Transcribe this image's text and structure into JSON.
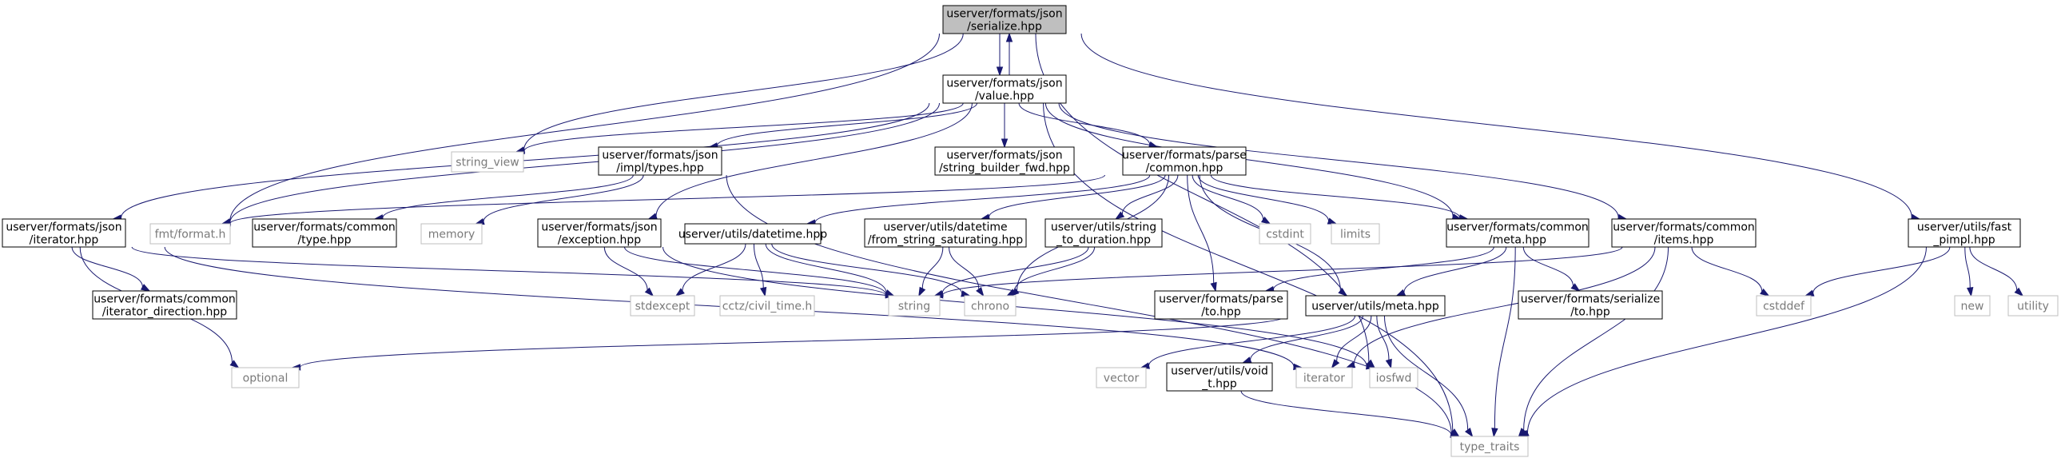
{
  "graph": {
    "nodes": [
      {
        "id": "serialize",
        "lines": [
          "userver/formats/json",
          "/serialize.hpp"
        ],
        "kind": "root"
      },
      {
        "id": "value",
        "lines": [
          "userver/formats/json",
          "/value.hpp"
        ],
        "kind": "project"
      },
      {
        "id": "string_view",
        "lines": [
          "string_view"
        ],
        "kind": "external"
      },
      {
        "id": "impl_types",
        "lines": [
          "userver/formats/json",
          "/impl/types.hpp"
        ],
        "kind": "project"
      },
      {
        "id": "sb_fwd",
        "lines": [
          "userver/formats/json",
          "/string_builder_fwd.hpp"
        ],
        "kind": "project"
      },
      {
        "id": "parse_common",
        "lines": [
          "userver/formats/parse",
          "/common.hpp"
        ],
        "kind": "project"
      },
      {
        "id": "iterator_hpp",
        "lines": [
          "userver/formats/json",
          "/iterator.hpp"
        ],
        "kind": "project"
      },
      {
        "id": "fmt",
        "lines": [
          "fmt/format.h"
        ],
        "kind": "external"
      },
      {
        "id": "common_type",
        "lines": [
          "userver/formats/common",
          "/type.hpp"
        ],
        "kind": "project"
      },
      {
        "id": "memory",
        "lines": [
          "memory"
        ],
        "kind": "external"
      },
      {
        "id": "exception",
        "lines": [
          "userver/formats/json",
          "/exception.hpp"
        ],
        "kind": "project"
      },
      {
        "id": "datetime",
        "lines": [
          "userver/utils/datetime.hpp"
        ],
        "kind": "project"
      },
      {
        "id": "dt_fss",
        "lines": [
          "userver/utils/datetime",
          "/from_string_saturating.hpp"
        ],
        "kind": "project"
      },
      {
        "id": "str_dur",
        "lines": [
          "userver/utils/string",
          "_to_duration.hpp"
        ],
        "kind": "project"
      },
      {
        "id": "cstdint",
        "lines": [
          "cstdint"
        ],
        "kind": "external"
      },
      {
        "id": "limits",
        "lines": [
          "limits"
        ],
        "kind": "external"
      },
      {
        "id": "common_meta",
        "lines": [
          "userver/formats/common",
          "/meta.hpp"
        ],
        "kind": "project"
      },
      {
        "id": "common_items",
        "lines": [
          "userver/formats/common",
          "/items.hpp"
        ],
        "kind": "project"
      },
      {
        "id": "fast_pimpl",
        "lines": [
          "userver/utils/fast",
          "_pimpl.hpp"
        ],
        "kind": "project"
      },
      {
        "id": "iter_dir",
        "lines": [
          "userver/formats/common",
          "/iterator_direction.hpp"
        ],
        "kind": "project"
      },
      {
        "id": "stdexcept",
        "lines": [
          "stdexcept"
        ],
        "kind": "external"
      },
      {
        "id": "cctz",
        "lines": [
          "cctz/civil_time.h"
        ],
        "kind": "external"
      },
      {
        "id": "string",
        "lines": [
          "string"
        ],
        "kind": "external"
      },
      {
        "id": "chrono",
        "lines": [
          "chrono"
        ],
        "kind": "external"
      },
      {
        "id": "parse_to",
        "lines": [
          "userver/formats/parse",
          "/to.hpp"
        ],
        "kind": "project"
      },
      {
        "id": "utils_meta",
        "lines": [
          "userver/utils/meta.hpp"
        ],
        "kind": "project"
      },
      {
        "id": "serialize_to",
        "lines": [
          "userver/formats/serialize",
          "/to.hpp"
        ],
        "kind": "project"
      },
      {
        "id": "cstddef",
        "lines": [
          "cstddef"
        ],
        "kind": "external"
      },
      {
        "id": "new",
        "lines": [
          "new"
        ],
        "kind": "external"
      },
      {
        "id": "utility",
        "lines": [
          "utility"
        ],
        "kind": "external"
      },
      {
        "id": "optional",
        "lines": [
          "optional"
        ],
        "kind": "external"
      },
      {
        "id": "vector",
        "lines": [
          "vector"
        ],
        "kind": "external"
      },
      {
        "id": "void_t",
        "lines": [
          "userver/utils/void",
          "_t.hpp"
        ],
        "kind": "project"
      },
      {
        "id": "iterator",
        "lines": [
          "iterator"
        ],
        "kind": "external"
      },
      {
        "id": "iosfwd",
        "lines": [
          "iosfwd"
        ],
        "kind": "external"
      },
      {
        "id": "type_traits",
        "lines": [
          "type_traits"
        ],
        "kind": "external"
      }
    ],
    "edges": [
      [
        "serialize",
        "value"
      ],
      [
        "serialize",
        "string_view"
      ],
      [
        "serialize",
        "fmt"
      ],
      [
        "serialize",
        "iosfwd"
      ],
      [
        "serialize",
        "fast_pimpl"
      ],
      [
        "value",
        "serialize"
      ],
      [
        "value",
        "string_view"
      ],
      [
        "value",
        "impl_types"
      ],
      [
        "value",
        "sb_fwd"
      ],
      [
        "value",
        "parse_common"
      ],
      [
        "value",
        "iterator_hpp"
      ],
      [
        "value",
        "fmt"
      ],
      [
        "value",
        "exception"
      ],
      [
        "value",
        "common_meta"
      ],
      [
        "value",
        "common_items"
      ],
      [
        "value",
        "type_traits"
      ],
      [
        "impl_types",
        "common_type"
      ],
      [
        "impl_types",
        "memory"
      ],
      [
        "impl_types",
        "type_traits"
      ],
      [
        "parse_common",
        "fmt"
      ],
      [
        "parse_common",
        "datetime"
      ],
      [
        "parse_common",
        "dt_fss"
      ],
      [
        "parse_common",
        "str_dur"
      ],
      [
        "parse_common",
        "cstdint"
      ],
      [
        "parse_common",
        "limits"
      ],
      [
        "parse_common",
        "chrono"
      ],
      [
        "parse_common",
        "parse_to"
      ],
      [
        "parse_common",
        "utils_meta"
      ],
      [
        "parse_common",
        "common_meta"
      ],
      [
        "iterator_hpp",
        "iter_dir"
      ],
      [
        "iterator_hpp",
        "string"
      ],
      [
        "iterator_hpp",
        "optional"
      ],
      [
        "iterator_hpp",
        "iterator"
      ],
      [
        "exception",
        "stdexcept"
      ],
      [
        "exception",
        "string"
      ],
      [
        "exception",
        "iosfwd"
      ],
      [
        "datetime",
        "stdexcept"
      ],
      [
        "datetime",
        "cctz"
      ],
      [
        "datetime",
        "string"
      ],
      [
        "datetime",
        "chrono"
      ],
      [
        "dt_fss",
        "string"
      ],
      [
        "dt_fss",
        "chrono"
      ],
      [
        "str_dur",
        "string"
      ],
      [
        "str_dur",
        "chrono"
      ],
      [
        "common_meta",
        "parse_to"
      ],
      [
        "common_meta",
        "utils_meta"
      ],
      [
        "common_meta",
        "serialize_to"
      ],
      [
        "common_meta",
        "type_traits"
      ],
      [
        "common_items",
        "string"
      ],
      [
        "common_items",
        "cstddef"
      ],
      [
        "common_items",
        "iterator"
      ],
      [
        "common_items",
        "type_traits"
      ],
      [
        "fast_pimpl",
        "cstddef"
      ],
      [
        "fast_pimpl",
        "new"
      ],
      [
        "fast_pimpl",
        "utility"
      ],
      [
        "fast_pimpl",
        "type_traits"
      ],
      [
        "utils_meta",
        "optional"
      ],
      [
        "utils_meta",
        "vector"
      ],
      [
        "utils_meta",
        "void_t"
      ],
      [
        "utils_meta",
        "iterator"
      ],
      [
        "utils_meta",
        "iosfwd"
      ],
      [
        "utils_meta",
        "type_traits"
      ],
      [
        "void_t",
        "type_traits"
      ]
    ]
  }
}
